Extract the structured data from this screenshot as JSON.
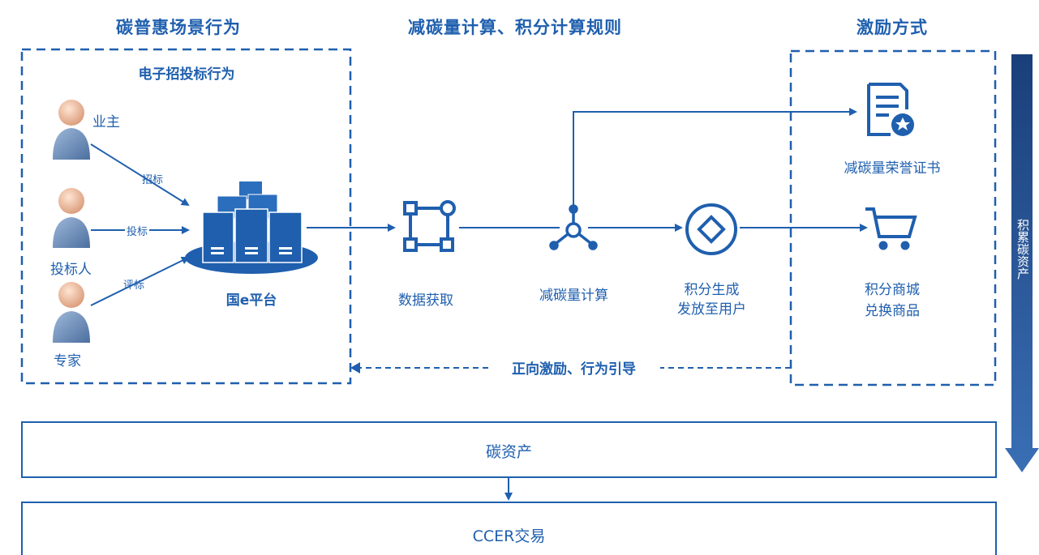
{
  "headers": {
    "left": "碳普惠场景行为",
    "middle": "减碳量计算、积分计算规则",
    "right": "激励方式"
  },
  "left_panel": {
    "title": "电子招投标行为",
    "actors": {
      "owner": "业主",
      "bidder": "投标人",
      "expert": "专家"
    },
    "actions": {
      "tender": "招标",
      "bid": "投标",
      "evaluate": "评标"
    },
    "platform": "国e平台"
  },
  "flow": {
    "data_acquisition": "数据获取",
    "carbon_calc": "减碳量计算",
    "points_line1": "积分生成",
    "points_line2": "发放至用户"
  },
  "incentives": {
    "certificate": "减碳量荣誉证书",
    "mall_line1": "积分商城",
    "mall_line2": "兑换商品"
  },
  "feedback": "正向激励、行为引导",
  "side_arrow": "积累碳资产",
  "carbon_asset": "碳资产",
  "ccer": "CCER交易",
  "colors": {
    "primary": "#1f5fae",
    "person_head": "#e9b79a",
    "person_body": "#6b8cba",
    "server": "#1f5fae"
  },
  "icons": [
    "person-icon",
    "server-cluster-icon",
    "data-nodes-icon",
    "branch-nodes-icon",
    "diamond-circle-icon",
    "certificate-icon",
    "cart-icon"
  ]
}
